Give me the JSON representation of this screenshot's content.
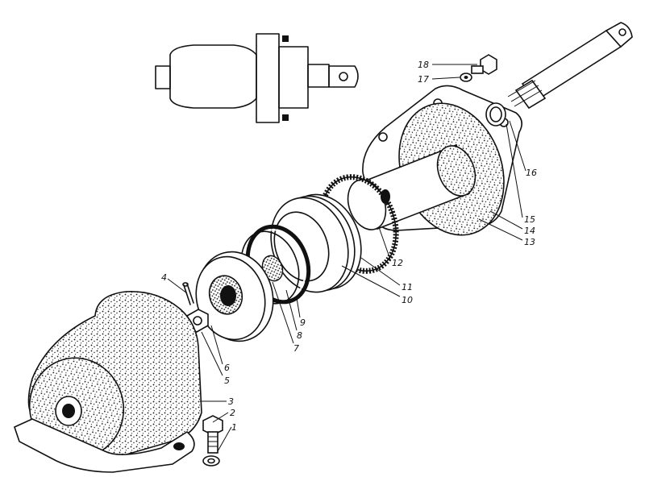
{
  "diagram": {
    "callouts": [
      {
        "label": "1"
      },
      {
        "label": "2"
      },
      {
        "label": "3"
      },
      {
        "label": "4"
      },
      {
        "label": "5"
      },
      {
        "label": "6"
      },
      {
        "label": "7"
      },
      {
        "label": "8"
      },
      {
        "label": "9"
      },
      {
        "label": "10"
      },
      {
        "label": "11"
      },
      {
        "label": "12"
      },
      {
        "label": "13"
      },
      {
        "label": "14"
      },
      {
        "label": "15"
      },
      {
        "label": "16"
      },
      {
        "label": "17"
      },
      {
        "label": "18"
      }
    ],
    "colors": {
      "ink": "#111111",
      "paper": "#ffffff"
    }
  }
}
